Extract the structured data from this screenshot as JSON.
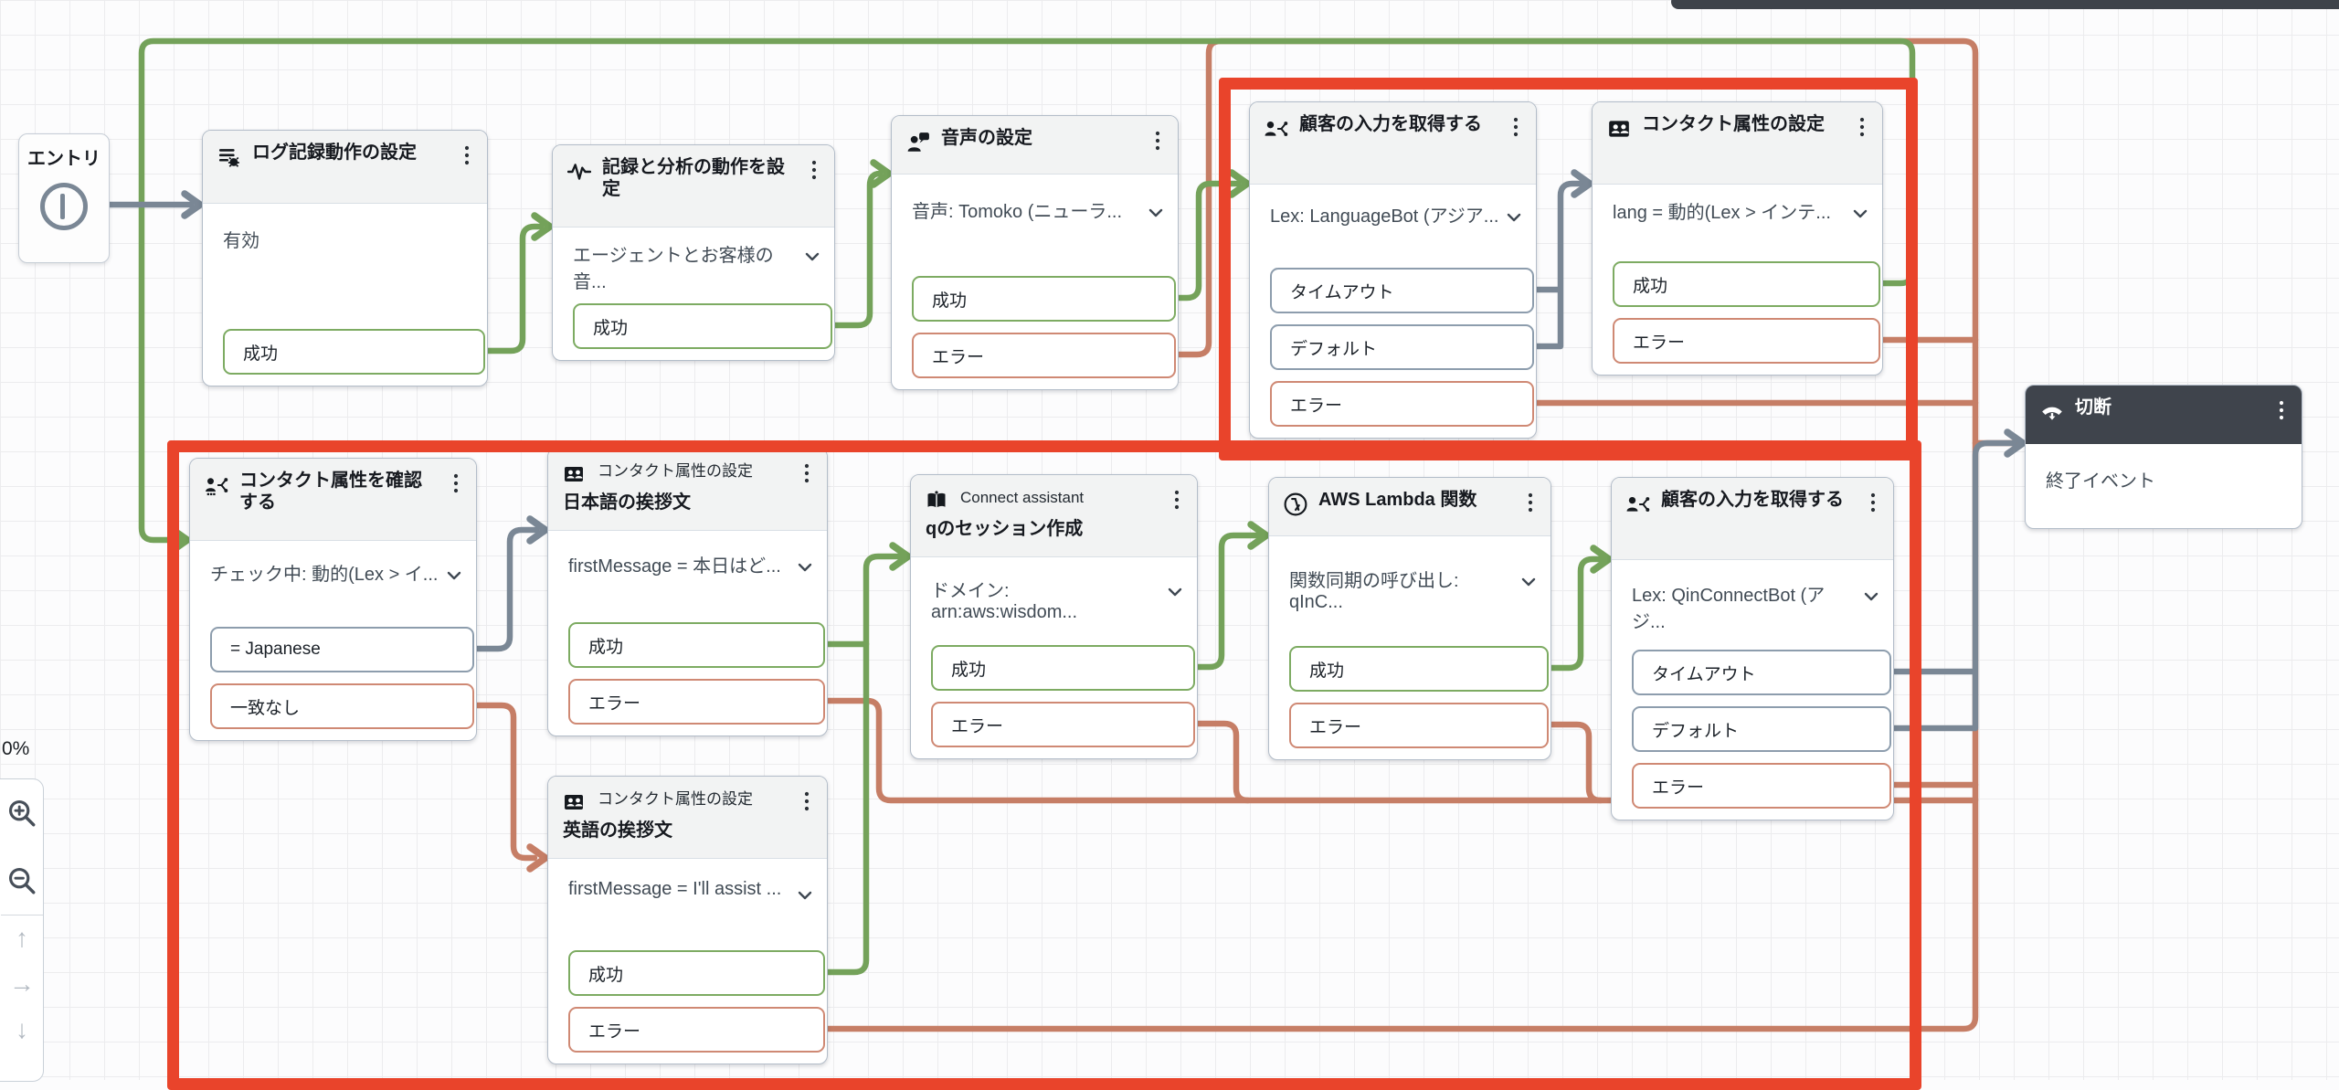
{
  "canvas": {
    "zoom_label": "0%"
  },
  "colors": {
    "success": "#74a25a",
    "error": "#c67e66",
    "neutral": "#7a8795",
    "highlight": "#e9442b"
  },
  "entry": {
    "label": "エントリ"
  },
  "nodes": {
    "log": {
      "title": "ログ記録動作の設定",
      "icon": "log-settings-icon",
      "body": "有効",
      "outputs": [
        {
          "label": "成功",
          "type": "success"
        }
      ]
    },
    "analytics": {
      "title": "記録と分析の動作を設定",
      "icon": "waveform-icon",
      "body": "エージェントとお客様の音...",
      "outputs": [
        {
          "label": "成功",
          "type": "success"
        }
      ]
    },
    "voice": {
      "title": "音声の設定",
      "icon": "voice-icon",
      "body": "音声: Tomoko (ニューラ...",
      "outputs": [
        {
          "label": "成功",
          "type": "success"
        },
        {
          "label": "エラー",
          "type": "error"
        }
      ]
    },
    "getInputLang": {
      "title": "顧客の入力を取得する",
      "icon": "get-customer-input-icon",
      "body": "Lex: LanguageBot (アジア...",
      "outputs": [
        {
          "label": "タイムアウト",
          "type": "neutral"
        },
        {
          "label": "デフォルト",
          "type": "neutral"
        },
        {
          "label": "エラー",
          "type": "error"
        }
      ]
    },
    "setLang": {
      "title": "コンタクト属性の設定",
      "icon": "set-attributes-icon",
      "body": "lang = 動的(Lex > インテ...",
      "outputs": [
        {
          "label": "成功",
          "type": "success"
        },
        {
          "label": "エラー",
          "type": "error"
        }
      ]
    },
    "checkLang": {
      "title": "コンタクト属性を確認する",
      "icon": "check-attributes-icon",
      "body": "チェック中: 動的(Lex > イ...",
      "outputs": [
        {
          "label": "= Japanese",
          "type": "neutral"
        },
        {
          "label": "一致なし",
          "type": "error"
        }
      ]
    },
    "setJa": {
      "title": "コンタクト属性の設定",
      "subtitle": "日本語の挨拶文",
      "icon": "set-attributes-icon",
      "body": "firstMessage = 本日はど...",
      "outputs": [
        {
          "label": "成功",
          "type": "success"
        },
        {
          "label": "エラー",
          "type": "error"
        }
      ]
    },
    "setEn": {
      "title": "コンタクト属性の設定",
      "subtitle": "英語の挨拶文",
      "icon": "set-attributes-icon",
      "body": "firstMessage = I'll assist ...",
      "outputs": [
        {
          "label": "成功",
          "type": "success"
        },
        {
          "label": "エラー",
          "type": "error"
        }
      ]
    },
    "assistant": {
      "title": "Connect assistant",
      "subtitle": "qのセッション作成",
      "icon": "assistant-book-icon",
      "body": "ドメイン: arn:aws:wisdom...",
      "outputs": [
        {
          "label": "成功",
          "type": "success"
        },
        {
          "label": "エラー",
          "type": "error"
        }
      ]
    },
    "lambda": {
      "title": "AWS Lambda 関数",
      "icon": "lambda-icon",
      "body": "関数同期の呼び出し: qInC...",
      "outputs": [
        {
          "label": "成功",
          "type": "success"
        },
        {
          "label": "エラー",
          "type": "error"
        }
      ]
    },
    "getInputQ": {
      "title": "顧客の入力を取得する",
      "icon": "get-customer-input-icon",
      "body": "Lex: QinConnectBot (アジ...",
      "outputs": [
        {
          "label": "タイムアウト",
          "type": "neutral"
        },
        {
          "label": "デフォルト",
          "type": "neutral"
        },
        {
          "label": "エラー",
          "type": "error"
        }
      ]
    },
    "disconnect": {
      "title": "切断",
      "icon": "disconnect-icon",
      "body": "終了イベント",
      "outputs": []
    }
  }
}
